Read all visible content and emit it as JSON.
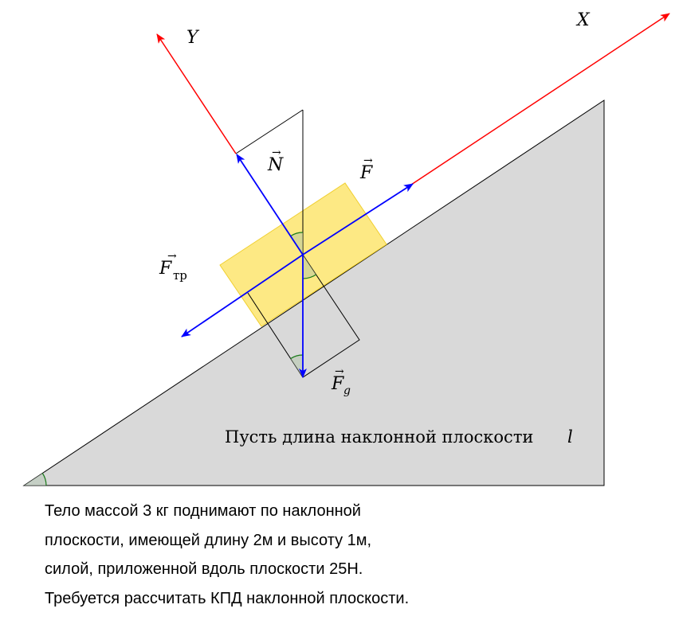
{
  "labels": {
    "axis_x": "X",
    "axis_y": "Y",
    "force_normal": "N",
    "force_applied": "F",
    "force_friction": "F",
    "force_friction_sub": "тр",
    "force_gravity": "F",
    "force_gravity_sub": "g",
    "plane_caption": "Пусть длина наклонной плоскости",
    "plane_length_symbol": "l"
  },
  "problem": {
    "lines": [
      "Тело массой 3 кг поднимают по наклонной",
      "плоскости, имеющей длину 2м и высоту 1м,",
      "силой, приложенной вдоль плоскости 25Н.",
      "Требуется рассчитать КПД наклонной плоскости."
    ]
  },
  "colors": {
    "axis": "#ff0000",
    "force": "#0000ff",
    "block": "#fde77a",
    "plane": "#d9d9d9",
    "angle_arc": "#1a7a1a"
  }
}
